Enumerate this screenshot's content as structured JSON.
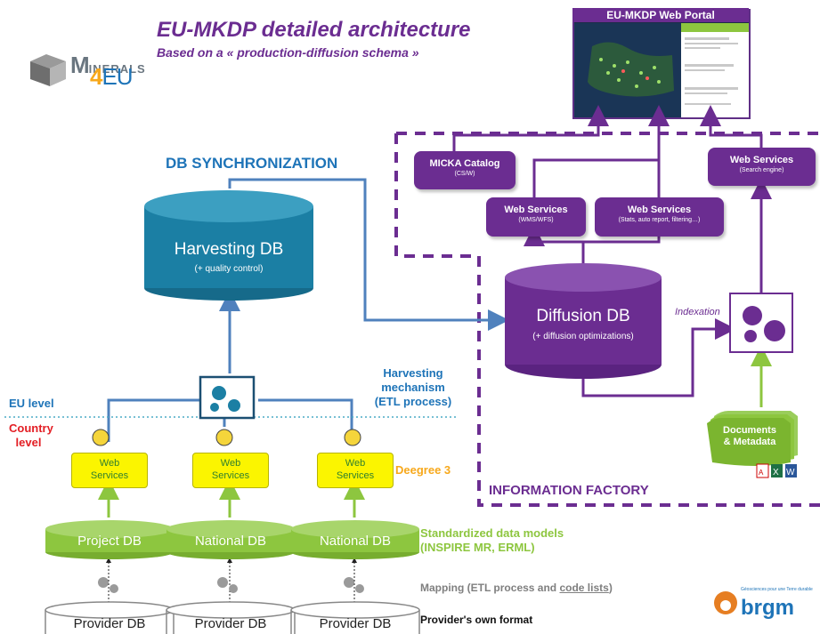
{
  "title": "EU-MKDP detailed architecture",
  "subtitle": "Based on a « production-diffusion schema »",
  "logo": {
    "m": "M",
    "inerals": "INERALS",
    "four": "4",
    "eu": "EU"
  },
  "portal": {
    "title": "EU-MKDP Web Portal"
  },
  "sync_label": "DB SYNCHRONIZATION",
  "harvesting_db": {
    "name": "Harvesting DB",
    "sub": "(+ quality control)"
  },
  "diffusion_db": {
    "name": "Diffusion DB",
    "sub": "(+ diffusion optimizations)"
  },
  "micka": {
    "title": "MICKA Catalog",
    "sub": "(CS/W)"
  },
  "ws_wms": {
    "title": "Web Services",
    "sub": "(WMS/WFS)"
  },
  "ws_stats": {
    "title": "Web Services",
    "sub": "(Stats, auto report, filtering…)"
  },
  "ws_search": {
    "title": "Web Services",
    "sub": "(Search engine)"
  },
  "indexation": "Indexation",
  "documents": "Documents\n& Metadata",
  "harvesting_mechanism": [
    "Harvesting",
    "mechanism",
    "(ETL process)"
  ],
  "eu_level": "EU level",
  "country_level": [
    "Country",
    "level"
  ],
  "deegree": "Deegree 3",
  "web_services_small": "Web\nServices",
  "dbs": [
    "Project DB",
    "National DB",
    "National DB"
  ],
  "providers": [
    "Provider DB",
    "Provider DB",
    "Provider DB"
  ],
  "standardized": [
    "Standardized data models",
    "(INSPIRE MR, ERML)"
  ],
  "mapping_prefix": "Mapping (ETL process and ",
  "mapping_link": "code lists",
  "mapping_suffix": ")",
  "own_format": "Provider's own format",
  "info_factory": "INFORMATION FACTORY",
  "brgm": {
    "tagline": "Géosciences pour une Terre durable",
    "name": "brgm"
  },
  "colors": {
    "purple": "#6b2d91",
    "teal": "#1b7fa4",
    "green": "#8dc63f",
    "blue": "#4f81bd"
  }
}
